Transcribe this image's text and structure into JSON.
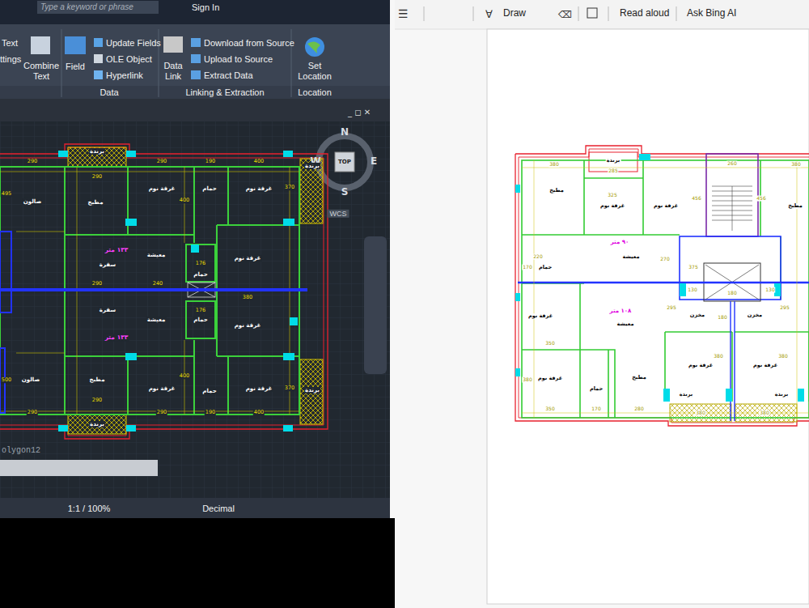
{
  "diagram": {
    "labels": [
      "Type a keyword or phrase",
      "Sign In",
      "Text",
      "ttings",
      "Combine Text",
      "Field",
      "Update Fields",
      "OLE Object",
      "Hyperlink",
      "Data",
      "Data Link",
      "Download from Source",
      "Upload to Source",
      "Extract  Data",
      "Linking & Extraction",
      "Set Location",
      "Location",
      "N",
      "W",
      "E",
      "S",
      "TOP",
      "WCS",
      "olygon12",
      "1:1 / 100%",
      "Decimal",
      "Draw",
      "Read aloud",
      "Ask Bing AI",
      "برندة",
      "290",
      "290",
      "290",
      "190",
      "400",
      "صالون",
      "مطبخ",
      "غرفة نوم",
      "حمام",
      "غرفة نوم",
      "برندة",
      "495",
      "400",
      "370",
      "١٣٣ متر",
      "سفرة",
      "معيشة",
      "حمام",
      "176",
      "غرفة نوم",
      "290",
      "240",
      "380",
      "176",
      "حمام",
      "سفرة",
      "معيشة",
      "غرفة نوم",
      "١٣٣ متر",
      "500",
      "صالون",
      "مطبخ",
      "غرفة نوم",
      "400",
      "حمام",
      "غرفة نوم",
      "370",
      "برندة",
      "290",
      "290",
      "290",
      "190",
      "400",
      "برندة",
      "برندة",
      "285",
      "380",
      "260",
      "380",
      "مطبخ",
      "325",
      "غرفة نوم",
      "غرفة نوم",
      "456",
      "456",
      "مطبخ",
      "٩٠ متر",
      "220",
      "معيشة",
      "270",
      "170",
      "حمام",
      "375",
      "130",
      "180",
      "130",
      "١٠٨ متر",
      "295",
      "295",
      "غرفة نوم",
      "مخزن",
      "180",
      "مخزن",
      "معيشة",
      "350",
      "غرفة نوم",
      "380",
      "غرفة نوم",
      "380",
      "380",
      "غرفة نوم",
      "مطبخ",
      "حمام",
      "350",
      "170",
      "280",
      "برندة",
      "380",
      "380",
      "برندة"
    ]
  }
}
